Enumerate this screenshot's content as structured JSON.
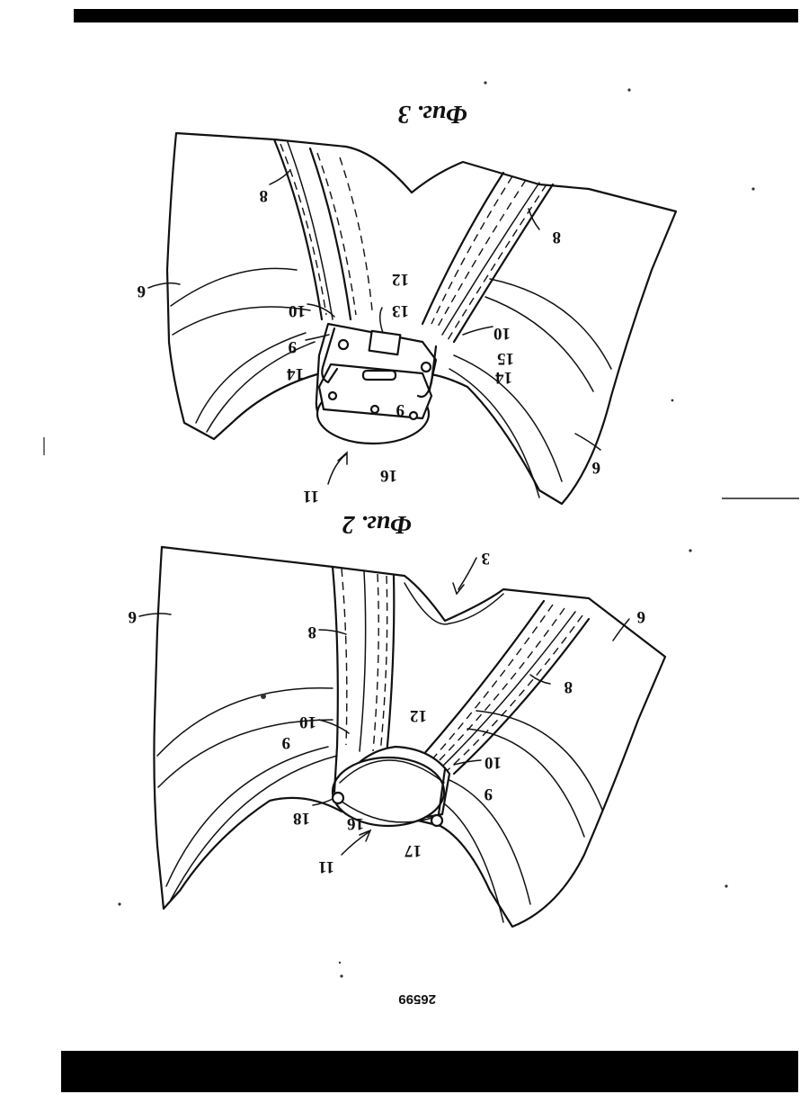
{
  "document": {
    "page_number": "26599",
    "figures": [
      {
        "caption": "Фиг. 3",
        "labels": {
          "collar": "6",
          "strap": "8",
          "loop": "9",
          "sleeve": "10",
          "buckle": "11",
          "base": "12",
          "socket": "13",
          "pin": "14",
          "slot": "15",
          "cover": "16"
        }
      },
      {
        "caption": "Фиг. 2",
        "labels": {
          "body": "3",
          "collar": "6",
          "strap": "8",
          "loop": "9",
          "sleeve": "10",
          "buckle": "11",
          "base": "12",
          "cover": "16",
          "hinge_right": "17",
          "hinge_left": "18"
        }
      }
    ]
  }
}
